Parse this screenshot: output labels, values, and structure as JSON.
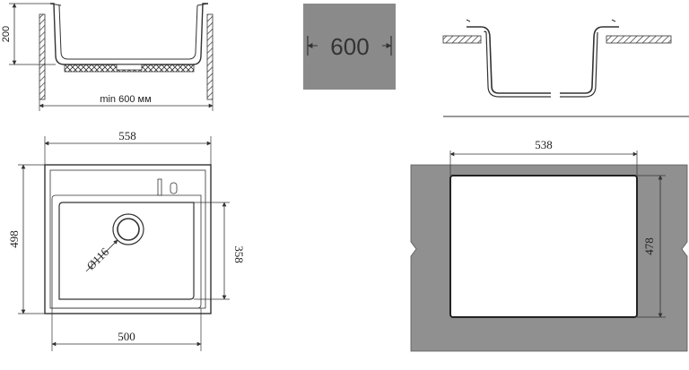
{
  "side_view": {
    "height_label": "200",
    "min_width_label": "min 600 мм"
  },
  "cabinet_badge": {
    "width_label": "600"
  },
  "top_view": {
    "width_label": "558",
    "height_label": "498",
    "bowl_width_label": "500",
    "bowl_height_label": "358",
    "drain_label": "Ø116"
  },
  "cutout": {
    "width_label": "538",
    "height_label": "478"
  },
  "colors": {
    "line": "#333333",
    "gray_fill": "#8a8a8a",
    "countertop": "#909090"
  }
}
